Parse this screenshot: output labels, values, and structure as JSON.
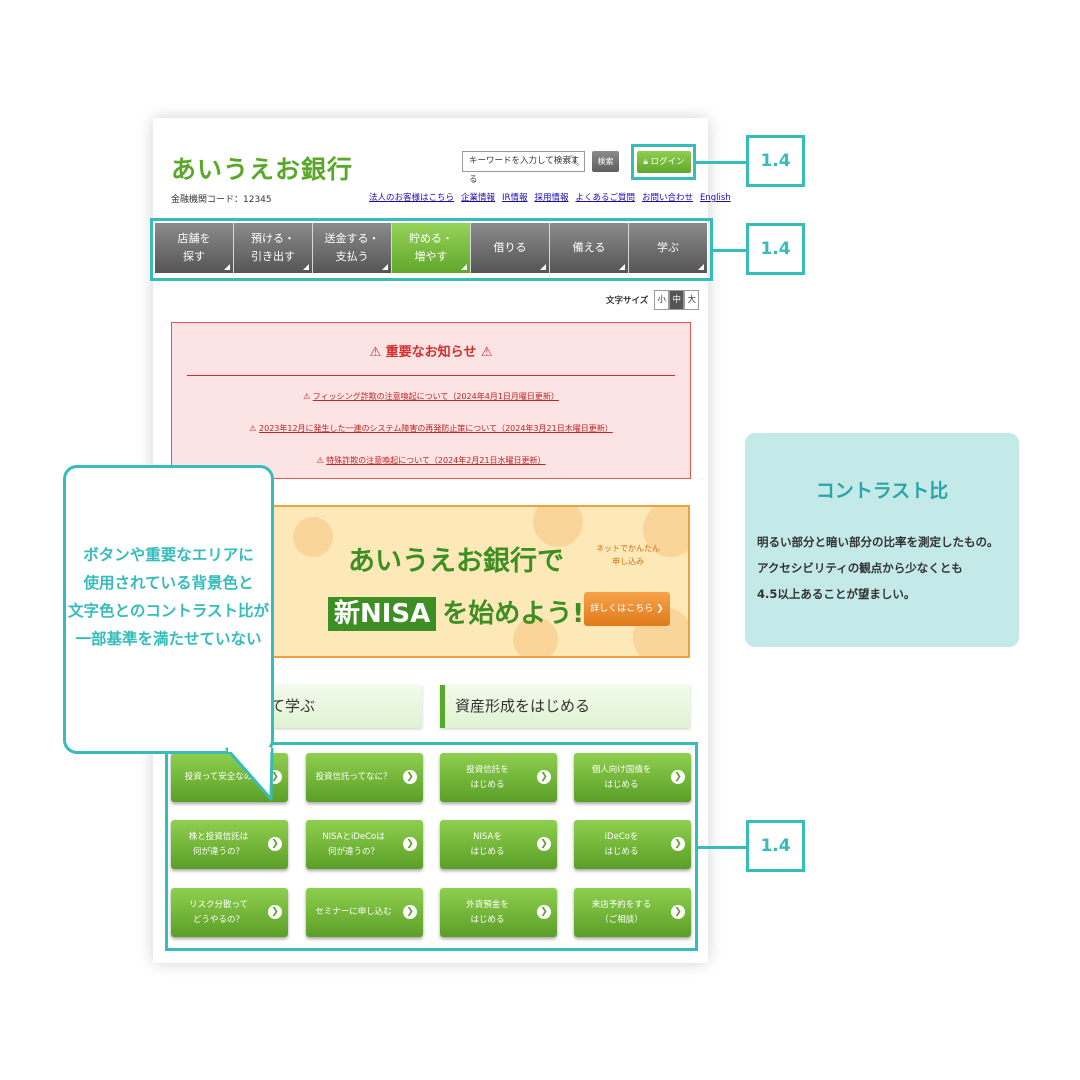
{
  "header": {
    "logo": "あいうえお銀行",
    "bank_code": "金融機関コード：12345",
    "search_placeholder": "キーワードを入力して検索する",
    "search_button": "検索",
    "login_button": "ログイン",
    "util_links": [
      "法人のお客様はこちら",
      "企業情報",
      "IR情報",
      "採用情報",
      "よくあるご質問",
      "お問い合わせ",
      "English"
    ]
  },
  "nav": [
    {
      "label": "店舗を\n探す"
    },
    {
      "label": "預ける・\n引き出す"
    },
    {
      "label": "送金する・\n支払う"
    },
    {
      "label": "貯める・\n増やす",
      "active": true
    },
    {
      "label": "借りる"
    },
    {
      "label": "備える"
    },
    {
      "label": "学ぶ"
    }
  ],
  "text_size": {
    "label": "文字サイズ",
    "options": [
      "小",
      "中",
      "大"
    ],
    "selected": "中"
  },
  "notice": {
    "title": "⚠ 重要なお知らせ ⚠",
    "items": [
      "フィッシング詐欺の注意喚起について（2024年4月1日月曜日更新）",
      "2023年12月に発生した一連のシステム障害の再発防止策について（2024年3月21日木曜日更新）",
      "特殊詐欺の注意喚起について（2024年2月21日水曜日更新）"
    ]
  },
  "banner": {
    "headline": "あいうえお銀行で",
    "nisa_tag": "新NISA",
    "nisa_text": "を始めよう!",
    "net_note": "ネットでかんたん\n申し込み",
    "button": "詳しくはこちら"
  },
  "sections": {
    "left": "て学ぶ",
    "right": "資産形成をはじめる"
  },
  "grid_buttons": [
    "投資って安全なの",
    "投資信託ってなに？",
    "投資信託を\nはじめる",
    "個人向け国債を\nはじめる",
    "株と投資信託は\n何が違うの？",
    "NISAとiDeCoは\n何が違うの？",
    "NISAを\nはじめる",
    "iDeCoを\nはじめる",
    "リスク分散って\nどうやるの？",
    "セミナーに申し込む",
    "外貨預金を\nはじめる",
    "来店予約をする\n（ご相談）"
  ],
  "annotations": {
    "label": "1.4",
    "callout": "ボタンや重要なエリアに\n使用されている背景色と\n文字色とのコントラスト比が\n一部基準を満たせていない",
    "info_title": "コントラスト比",
    "info_body": "明るい部分と暗い部分の比率を測定したもの。\nアクセシビリティの観点から少なくとも\n4.5以上あることが望ましい。"
  },
  "colors": {
    "accent": "#35bcbb",
    "green": "#5aa82a",
    "alert": "#d52d2d"
  }
}
